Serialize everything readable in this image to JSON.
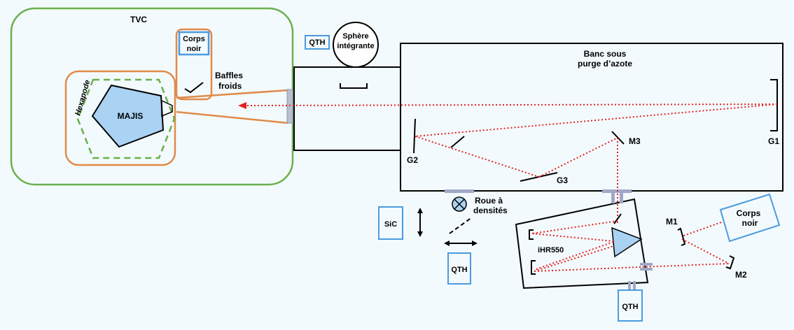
{
  "colors": {
    "background": "#f3fafd",
    "tvc_border": "#6ab04c",
    "orange": "#e08a4a",
    "blue": "#4a9be0",
    "majis_fill": "#a9d2f3",
    "beam": "#e32222",
    "connector": "#a0a8c8"
  },
  "labels": {
    "tvc": "TVC",
    "corps_noir_tvc": [
      "Corps",
      "noir"
    ],
    "baffles": [
      "Baffles",
      "froids"
    ],
    "hexapode": "Hexapode",
    "majis": "MAJIS",
    "qth": "QTH",
    "sphere": [
      "Sphère",
      "intégrante"
    ],
    "banc": [
      "Banc sous",
      "purge d’azote"
    ],
    "g1": "G1",
    "g2": "G2",
    "g3": "G3",
    "m1": "M1",
    "m2": "M2",
    "m3": "M3",
    "roue": [
      "Roue à",
      "densités"
    ],
    "sic": "SiC",
    "ihr550": "iHR550",
    "corps_noir_ext": [
      "Corps",
      "noir"
    ]
  }
}
